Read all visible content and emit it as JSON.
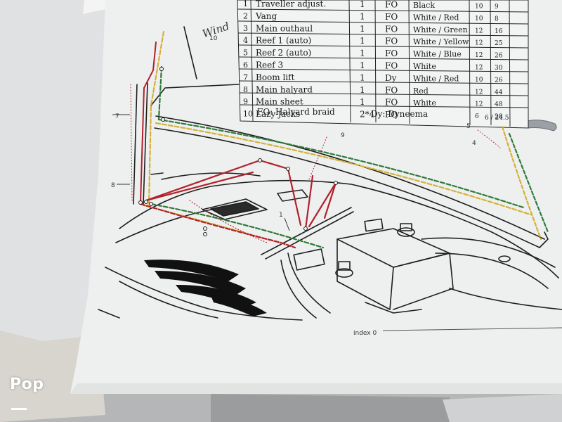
{
  "table": {
    "rows": [
      {
        "num": "1",
        "name": "Traveller adjust.",
        "qty": "1",
        "type": "FO",
        "color": "Black",
        "d": "10",
        "l": "9"
      },
      {
        "num": "2",
        "name": "Vang",
        "qty": "1",
        "type": "FO",
        "color": "White / Red",
        "d": "10",
        "l": "8"
      },
      {
        "num": "3",
        "name": "Main outhaul",
        "qty": "1",
        "type": "FO",
        "color": "White / Green",
        "d": "12",
        "l": "16"
      },
      {
        "num": "4",
        "name": "Reef 1 (auto)",
        "qty": "1",
        "type": "FO",
        "color": "White / Yellow",
        "d": "12",
        "l": "25"
      },
      {
        "num": "5",
        "name": "Reef 2 (auto)",
        "qty": "1",
        "type": "FO",
        "color": "White / Blue",
        "d": "12",
        "l": "26"
      },
      {
        "num": "6",
        "name": "Reef 3",
        "qty": "1",
        "type": "FO",
        "color": "White",
        "d": "12",
        "l": "30"
      },
      {
        "num": "7",
        "name": "Boom lift",
        "qty": "1",
        "type": "Dy",
        "color": "White / Red",
        "d": "10",
        "l": "26"
      },
      {
        "num": "8",
        "name": "Main halyard",
        "qty": "1",
        "type": "FO",
        "color": "Red",
        "d": "12",
        "l": "44"
      },
      {
        "num": "9",
        "name": "Main sheet",
        "qty": "1",
        "type": "FO",
        "color": "White",
        "d": "12",
        "l": "48"
      },
      {
        "num": "10",
        "name": "Lazy-jacks",
        "qty": "2*4",
        "type": "FO",
        "color": "",
        "d": "6",
        "l": "28"
      }
    ],
    "legend_fo": "FO: Halyard braid",
    "legend_dy": "Dy: Dyneema",
    "extra": "6 / 24.5"
  },
  "diagram": {
    "callouts": [
      "1",
      "4",
      "5",
      "7",
      "8",
      "9",
      "10"
    ],
    "page_index": "index 0",
    "handwriting": "Wind"
  },
  "watermark": "Pop",
  "colors": {
    "line_red": "#b3202a",
    "line_green": "#2f7a3a",
    "line_yellow": "#d4b13a",
    "ink": "#1e1e1e",
    "paper": "#eceeee"
  }
}
